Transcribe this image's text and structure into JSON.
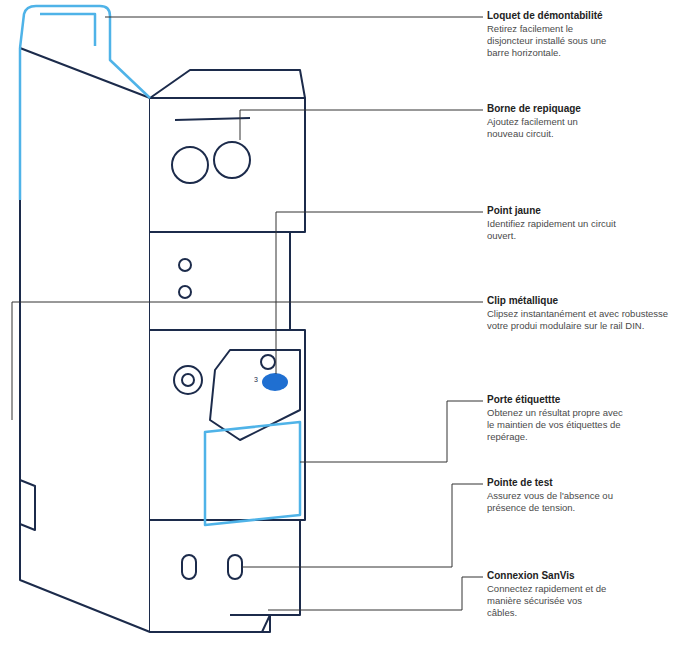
{
  "diagram": {
    "labels": [
      "Loquet de démontabilité",
      "Retirez facilement le disjoncteur installé sous une barre horizontale.",
      "Borne de repiquage",
      "Ajoutez facilement un nouveau circuit.",
      "Point jaune",
      "Identifiez rapidement un circuit ouvert.",
      "Clip métallique",
      "Clipsez instantanément et avec robustesse votre produi modulaire sur le rail DIN.",
      "Porte étiquettte",
      "Obtenez un résultat propre avec le maintien de vos étiquettes de repérage.",
      "Pointe de test",
      "Assurez vous de l'absence ou présence de tension.",
      "Connexion SanVis",
      "Connectez rapidement et de manière sécurisée vos câbles.",
      "3"
    ]
  }
}
